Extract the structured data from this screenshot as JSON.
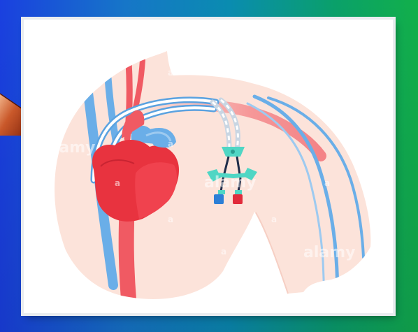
{
  "frame": {
    "gradient": [
      "#1a40e0",
      "#1676c8",
      "#0a8cb0",
      "#0aa06a",
      "#12b04a"
    ],
    "panel_background": "#ffffff"
  },
  "illustration": {
    "subject": "central venous port catheter inserted into chest",
    "colors": {
      "skin": "#fce3da",
      "skin_outline": "#f6cfc4",
      "heart": "#e8333f",
      "heart_dark": "#c92432",
      "artery": "#f05a63",
      "vein": "#6aaee8",
      "vein_light": "#9dcaf0",
      "catheter_outline": "#5aa2e0",
      "catheter_fill": "#ffffff",
      "hub": "#4fd6c4",
      "lumen_blue": "#2c7fd6",
      "lumen_red": "#e12b3b"
    },
    "icons": [
      "heart-icon",
      "catheter-icon",
      "blue-cap-icon",
      "red-cap-icon"
    ]
  },
  "watermarks": {
    "brand": "alamy",
    "letter": "a"
  }
}
